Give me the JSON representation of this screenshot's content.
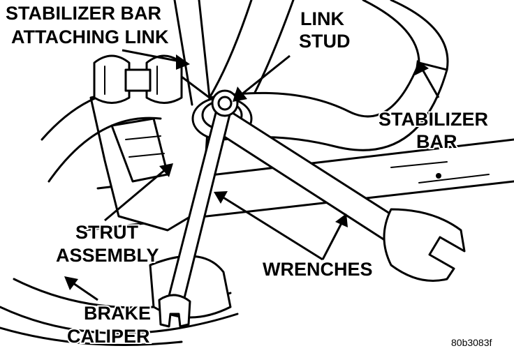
{
  "labels": {
    "attaching_link_line1": "STABILIZER BAR",
    "attaching_link_line2": "ATTACHING LINK",
    "link_stud_line1": "LINK",
    "link_stud_line2": "STUD",
    "stabilizer_bar_line1": "STABILIZER",
    "stabilizer_bar_line2": "BAR",
    "strut_line1": "STRUT",
    "strut_line2": "ASSEMBLY",
    "wrenches": "WRENCHES",
    "brake_line1": "BRAKE",
    "brake_line2": "CALIPER"
  },
  "figure_code": "80b3083f"
}
